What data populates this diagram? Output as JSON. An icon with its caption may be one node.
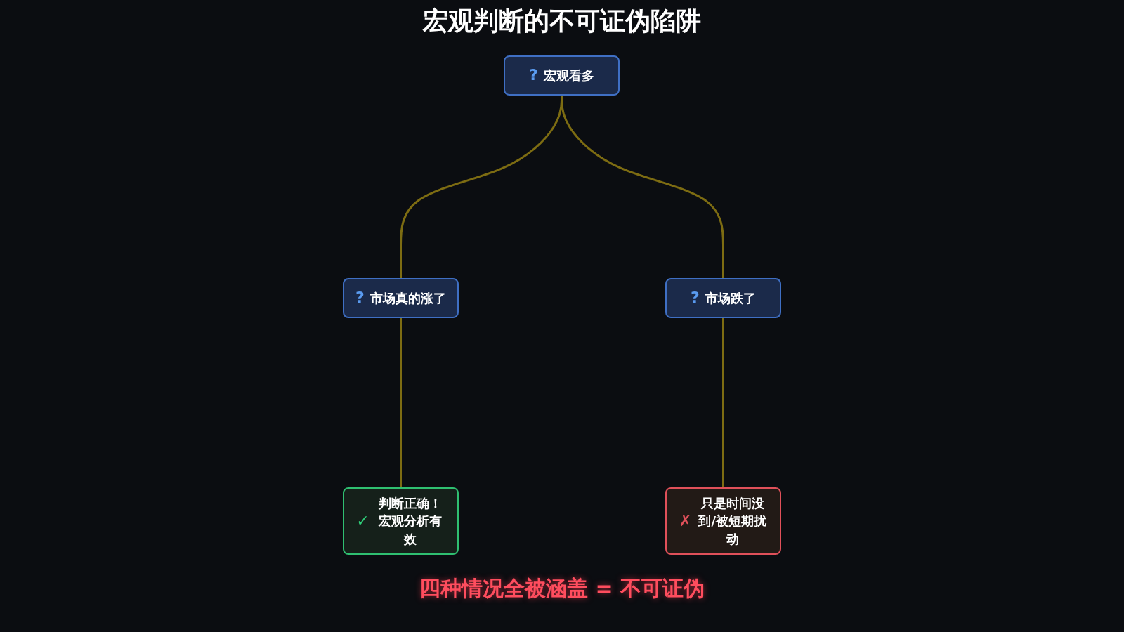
{
  "diagram": {
    "title": "宏观判断的不可证伪陷阱",
    "nodes": [
      {
        "text": [
          "?",
          "宏观看多"
        ]
      },
      {
        "text": [
          "?",
          "市场真的涨了"
        ]
      },
      {
        "text": [
          "?",
          "市场跌了"
        ]
      },
      {
        "text": [
          "✓",
          "判断正确！宏观分析有效"
        ]
      },
      {
        "text": [
          "✗",
          "只是时间没到/被短期扰动"
        ]
      }
    ],
    "edges": [
      {
        "from": 0,
        "to": 1,
        "arrow": "none"
      },
      {
        "from": 0,
        "to": 2,
        "arrow": "none"
      },
      {
        "from": 1,
        "to": 3,
        "arrow": "none"
      },
      {
        "from": 2,
        "to": 4,
        "arrow": "none"
      }
    ],
    "labels": [
      "四种情况全被涵盖 = 不可证伪"
    ]
  }
}
